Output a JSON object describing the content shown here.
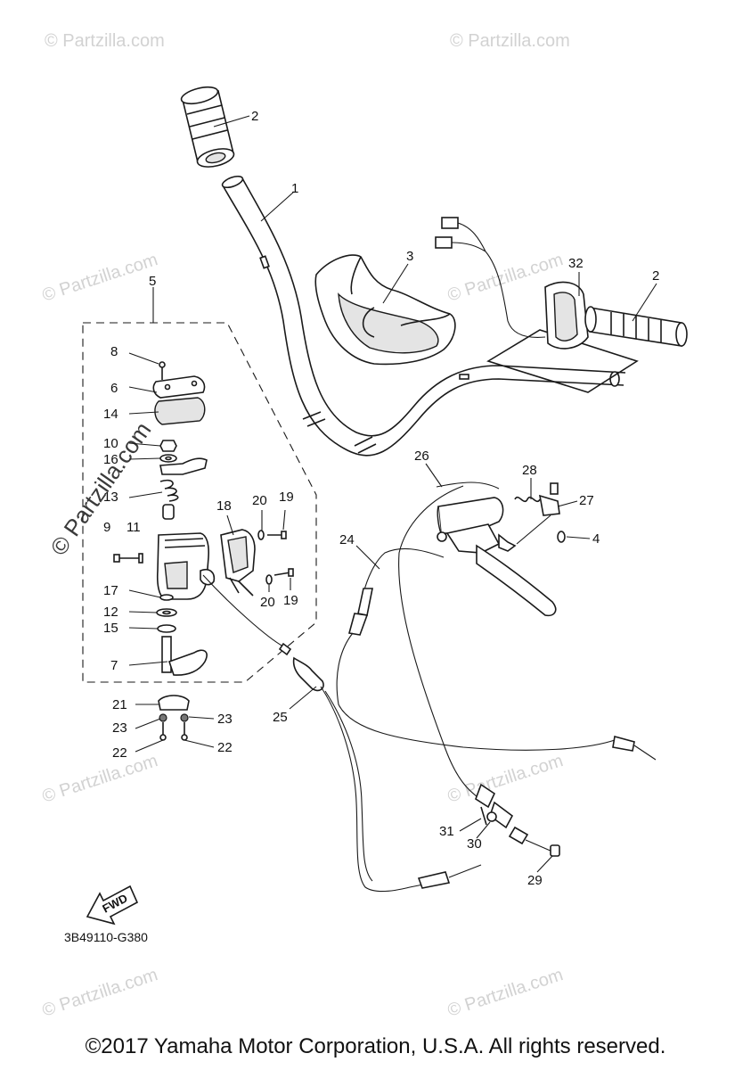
{
  "watermark": "© Partzilla.com",
  "diagram_code": "3B49110-G380",
  "direction_label": "FWD",
  "copyright": "©2017 Yamaha Motor Corporation, U.S.A. All rights reserved.",
  "callouts": {
    "c1": "1",
    "c2a": "2",
    "c2b": "2",
    "c3": "3",
    "c4": "4",
    "c5": "5",
    "c6": "6",
    "c7": "7",
    "c8": "8",
    "c9": "9",
    "c10": "10",
    "c11": "11",
    "c12": "12",
    "c13": "13",
    "c14": "14",
    "c15": "15",
    "c16": "16",
    "c17": "17",
    "c18": "18",
    "c19a": "19",
    "c19b": "19",
    "c20a": "20",
    "c20b": "20",
    "c21": "21",
    "c22a": "22",
    "c22b": "22",
    "c23a": "23",
    "c23b": "23",
    "c24": "24",
    "c25": "25",
    "c26": "26",
    "c27": "27",
    "c28": "28",
    "c29": "29",
    "c30": "30",
    "c31": "31",
    "c32": "32"
  }
}
